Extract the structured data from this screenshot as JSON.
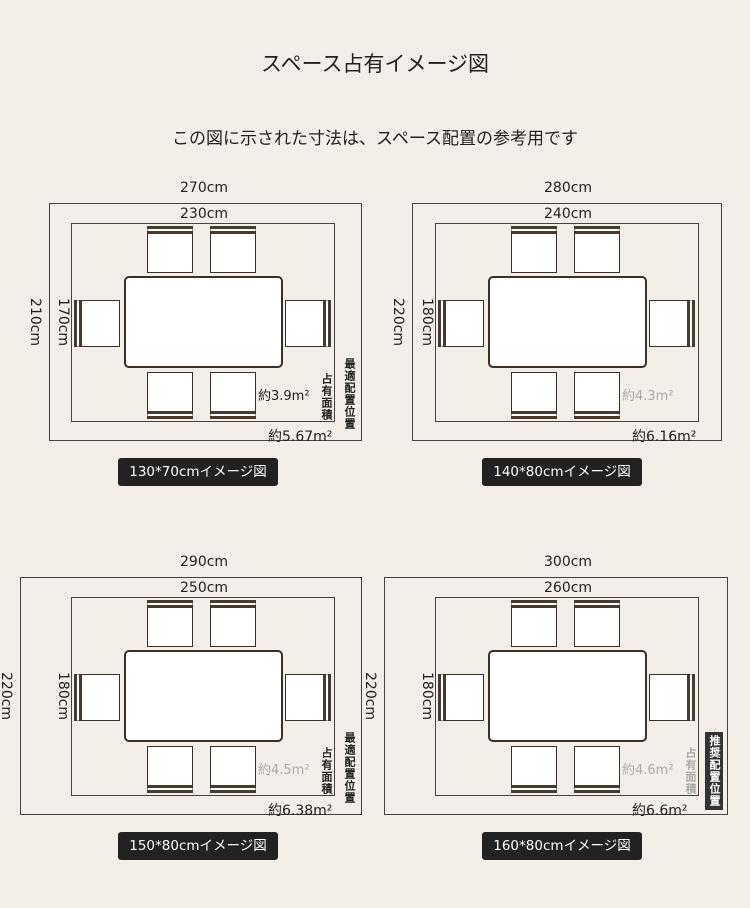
{
  "title": "スペース占有イメージ図",
  "subtitle": "この図に示された寸法は、スペース配置の参考用です",
  "panels": [
    {
      "outer_w": "270cm",
      "inner_w": "230cm",
      "outer_h": "210cm",
      "inner_h": "170cm",
      "occupied": "約3.9m²",
      "total": "約5.67m²",
      "occupied_label": "占有面積",
      "position_label": "最適配置位置",
      "caption": "130*70cmイメージ図"
    },
    {
      "outer_w": "280cm",
      "inner_w": "240cm",
      "outer_h": "220cm",
      "inner_h": "180cm",
      "occupied": "約4.3m²",
      "total": "約6.16m²",
      "occupied_label": "",
      "position_label": "",
      "caption": "140*80cmイメージ図"
    },
    {
      "outer_w": "290cm",
      "inner_w": "250cm",
      "outer_h": "220cm",
      "inner_h": "180cm",
      "occupied": "約4.5m²",
      "total": "約6.38m²",
      "occupied_label": "占有面積",
      "position_label": "最適配置位置",
      "caption": "150*80cmイメージ図"
    },
    {
      "outer_w": "300cm",
      "inner_w": "260cm",
      "outer_h": "220cm",
      "inner_h": "180cm",
      "occupied": "約4.6m²",
      "total": "約6.6m²",
      "occupied_label": "占有面積",
      "position_label": "推奨配置位置",
      "caption": "160*80cmイメージ図"
    }
  ]
}
